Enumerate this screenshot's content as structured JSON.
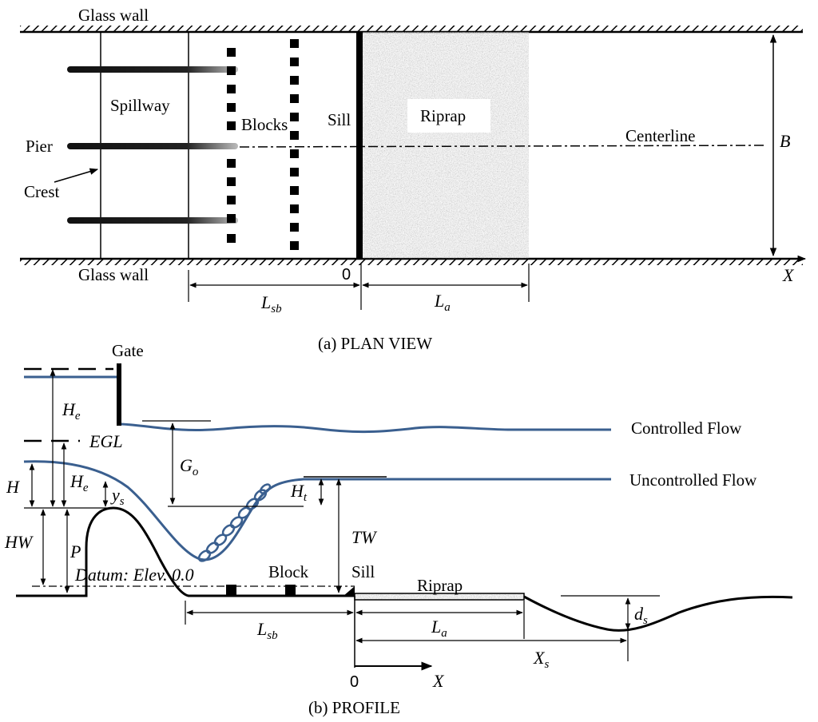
{
  "plan": {
    "glass_wall_top": "Glass wall",
    "glass_wall_bottom": "Glass wall",
    "spillway": "Spillway",
    "blocks": "Blocks",
    "sill": "Sill",
    "riprap": "Riprap",
    "pier": "Pier",
    "crest": "Crest",
    "centerline": "Centerline",
    "width_symbol": "B",
    "origin": "0",
    "x_axis": "X",
    "length_sb": {
      "main": "L",
      "sub": "sb"
    },
    "length_a": {
      "main": "L",
      "sub": "a"
    },
    "caption": "(a)  PLAN VIEW"
  },
  "profile": {
    "gate": "Gate",
    "he_top": {
      "main": "H",
      "sub": "e"
    },
    "egl": "EGL",
    "h": "H",
    "he": {
      "main": "H",
      "sub": "e"
    },
    "ys": {
      "main": "y",
      "sub": "s"
    },
    "hw": "HW",
    "p": "P",
    "go": {
      "main": "G",
      "sub": "o"
    },
    "ht": {
      "main": "H",
      "sub": "t"
    },
    "tw": "TW",
    "datum": "Datum: Elev. 0.0",
    "block": "Block",
    "sill": "Sill",
    "riprap": "Riprap",
    "controlled_flow": "Controlled Flow",
    "uncontrolled_flow": "Uncontrolled Flow",
    "length_sb": {
      "main": "L",
      "sub": "sb"
    },
    "length_a": {
      "main": "L",
      "sub": "a"
    },
    "xs": {
      "main": "X",
      "sub": "s"
    },
    "ds": {
      "main": "d",
      "sub": "s"
    },
    "origin": "0",
    "x_axis": "X",
    "caption": "(b)  PROFILE"
  },
  "colors": {
    "flow_line": "#3a5f8f",
    "structure": "#000000",
    "riprap_fill": "#9a9a9a"
  }
}
